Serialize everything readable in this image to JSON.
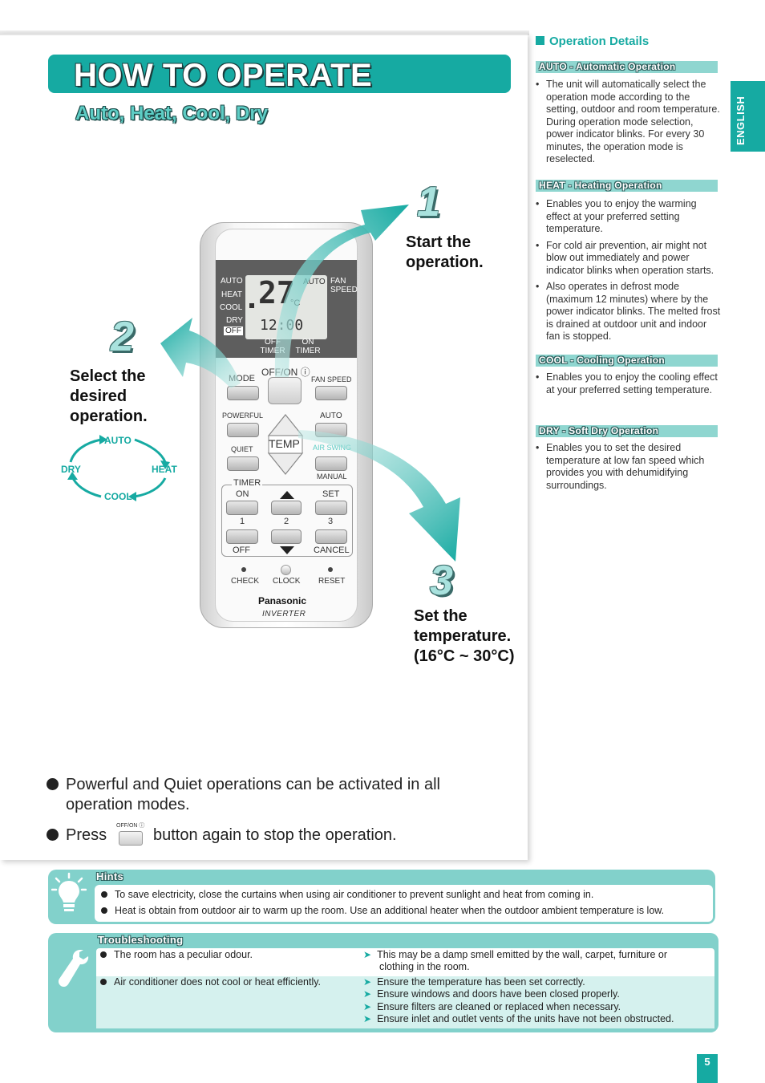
{
  "title": "HOW TO OPERATE",
  "subtitle": "Auto, Heat, Cool, Dry",
  "steps": [
    {
      "num": "1",
      "label": "Start the operation."
    },
    {
      "num": "2",
      "label": "Select the desired operation."
    },
    {
      "num": "3",
      "label": "Set the temperature. (16°C ~ 30°C)"
    }
  ],
  "cycle": {
    "auto": "AUTO",
    "heat": "HEAT",
    "cool": "COOL",
    "dry": "DRY"
  },
  "remote": {
    "lcd_modes": [
      "AUTO",
      "HEAT",
      "COOL",
      "DRY"
    ],
    "lcd_off": "OFF",
    "lcd_auto": "AUTO",
    "lcd_fan_speed": "FAN SPEED",
    "lcd_temp": "27",
    "lcd_unit": "°C",
    "lcd_clock": "12:00",
    "lcd_off_timer": "OFF TIMER",
    "lcd_on_timer": "ON TIMER",
    "mode": "MODE",
    "offon": "OFF/ON ⓘ",
    "fan_speed": "FAN SPEED",
    "powerful": "POWERFUL",
    "auto": "AUTO",
    "quiet": "QUIET",
    "temp": "TEMP",
    "air_swing": "AIR SWING",
    "manual": "MANUAL",
    "timer": "TIMER",
    "on": "ON",
    "set": "SET",
    "n1": "1",
    "n2": "2",
    "n3": "3",
    "off": "OFF",
    "cancel": "CANCEL",
    "check": "CHECK",
    "clock": "CLOCK",
    "reset": "RESET",
    "brand": "Panasonic",
    "inverter": "INVERTER"
  },
  "notes": {
    "line1": "Powerful and Quiet operations can be activated in all",
    "line1b": "operation modes.",
    "press": "Press",
    "mini_btn": "OFF/ON ⓘ",
    "press_rest": "button again to stop the operation."
  },
  "details": {
    "title": "Operation Details",
    "sections": [
      {
        "head": "AUTO - Automatic Operation",
        "items": [
          "The unit will automatically select the operation mode according to the setting, outdoor and room temperature. During operation mode selection, power indicator blinks. For every 30 minutes, the operation mode is reselected."
        ]
      },
      {
        "head": "HEAT - Heating Operation",
        "items": [
          "Enables you to enjoy the warming effect at your preferred setting temperature.",
          "For cold air prevention, air might not blow out immediately and power indicator blinks when operation starts.",
          "Also operates in defrost mode (maximum 12 minutes) where by the power indicator blinks. The melted frost is drained at outdoor unit and indoor fan is stopped."
        ]
      },
      {
        "head": "COOL - Cooling Operation",
        "items": [
          "Enables you to enjoy the cooling effect at your preferred setting temperature."
        ]
      },
      {
        "head": "DRY - Soft Dry Operation",
        "items": [
          "Enables you to set the desired temperature at low fan speed which provides you with dehumidifying surroundings."
        ]
      }
    ]
  },
  "language_tab": "ENGLISH",
  "hints": {
    "head": "Hints",
    "items": [
      "To save electricity, close the curtains when using air conditioner to prevent sunlight and heat from coming in.",
      "Heat is obtain from outdoor air to warm up the room. Use an additional heater when the outdoor ambient temperature is low."
    ]
  },
  "troubleshooting": {
    "head": "Troubleshooting",
    "rows": [
      {
        "problem": "The room has a peculiar odour.",
        "solutions": [
          "This may be a damp smell emitted by the wall, carpet, furniture or clothing in the room."
        ]
      },
      {
        "problem": "Air conditioner does not cool or heat efficiently.",
        "solutions": [
          "Ensure the temperature has been set correctly.",
          "Ensure windows and doors have been closed properly.",
          "Ensure filters are cleaned or replaced when necessary.",
          "Ensure inlet and outlet vents of the units have not been obstructed."
        ]
      }
    ]
  },
  "page_number": "5",
  "colors": {
    "teal": "#16aaa2",
    "light_teal": "#82d1cb"
  }
}
